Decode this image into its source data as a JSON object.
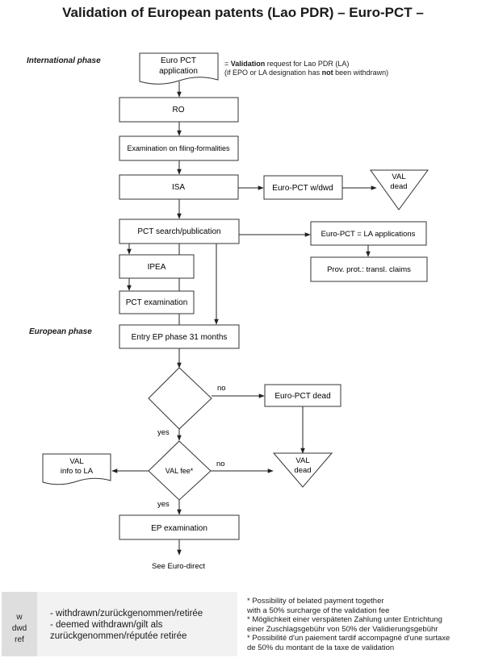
{
  "title": "Validation of European patents (Lao PDR) – Euro-PCT –",
  "phases": {
    "international": "International phase",
    "european": "European phase"
  },
  "validation_note": {
    "prefix": "= ",
    "bold1": "Validation",
    "mid": " request for Lao PDR (LA)",
    "line2_pre": "(if EPO or LA designation has ",
    "bold2": "not",
    "line2_post": " been withdrawn)"
  },
  "nodes": {
    "euro_pct_application": [
      "Euro PCT",
      "application"
    ],
    "ro": "RO",
    "exam_filing": "Examination on filing-formalities",
    "isa": "ISA",
    "euro_pct_wdwd": "Euro-PCT w/dwd",
    "val_dead_1": [
      "VAL",
      "dead"
    ],
    "pct_search": "PCT search/publication",
    "euro_pct_la": "Euro-PCT = LA applications",
    "prov_prot": "Prov. prot.: transl. claims",
    "ipea": "IPEA",
    "pct_exam": "PCT examination",
    "entry_ep": "Entry EP phase 31 months",
    "euro_pct_dead": "Euro-PCT dead",
    "val_fee": "VAL fee*",
    "val_info": [
      "VAL",
      "info to LA"
    ],
    "val_dead_2": [
      "VAL",
      "dead"
    ],
    "ep_exam": "EP examination",
    "see_euro_direct": "See Euro-direct"
  },
  "edge_labels": {
    "no1": "no",
    "yes1": "yes",
    "no2": "no",
    "yes2": "yes"
  },
  "legend": {
    "keys": [
      "w",
      "dwd",
      "ref"
    ],
    "line1": "- withdrawn/zurückgenommen/retirée",
    "line2": "- deemed withdrawn/gilt als",
    "line3": "zurückgenommen/réputée retirée"
  },
  "footnotes": [
    "* Possibility of belated payment together",
    "with a 50% surcharge of the validation fee",
    "* Möglichkeit einer verspäteten Zahlung unter Entrichtung",
    "einer Zuschlagsgebühr von 50% der Validierungsgebühr",
    "* Possibilité d'un paiement tardif accompagné d'une surtaxe",
    "de 50% du montant de la taxe de validation"
  ],
  "colors": {
    "box_stroke": "#333333",
    "line": "#222222",
    "legend_bg": "#f2f2f2",
    "legend_key_bg": "#dedede"
  }
}
